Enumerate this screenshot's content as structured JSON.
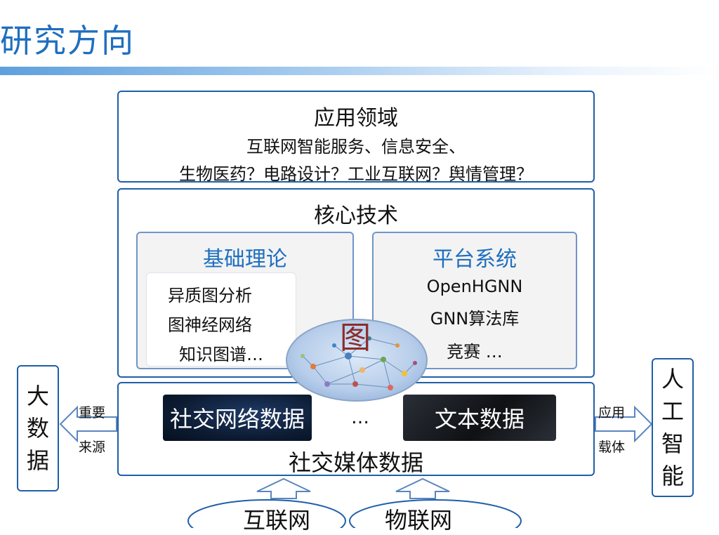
{
  "title": "研究方向",
  "application": {
    "heading": "应用领域",
    "line1": "互联网智能服务、信息安全、",
    "line2": "生物医药？电路设计？工业互联网？舆情管理？"
  },
  "core": {
    "heading": "核心技术",
    "theory": {
      "heading": "基础理论",
      "items": [
        "异质图分析",
        "图神经网络",
        "知识图谱…"
      ]
    },
    "platform": {
      "heading": "平台系统",
      "items": [
        "OpenHGNN",
        "GNN算法库",
        "竞赛 …"
      ]
    }
  },
  "graph_label": "图",
  "social": {
    "network_data": "社交网络数据",
    "ellipsis": "…",
    "text_data": "文本数据",
    "label": "社交媒体数据"
  },
  "big_data": {
    "chars": [
      "大",
      "数",
      "据"
    ],
    "arrow_top": "重要",
    "arrow_bottom": "来源"
  },
  "ai": {
    "chars": [
      "人",
      "工",
      "智",
      "能"
    ],
    "arrow_top": "应用",
    "arrow_bottom": "载体"
  },
  "sources": [
    "互联网",
    "物联网"
  ],
  "colors": {
    "accent": "#1f6fbf",
    "border": "#1f5fa8",
    "graph_char": "#8b2d2d",
    "dark_tag": "#0d1c33"
  }
}
